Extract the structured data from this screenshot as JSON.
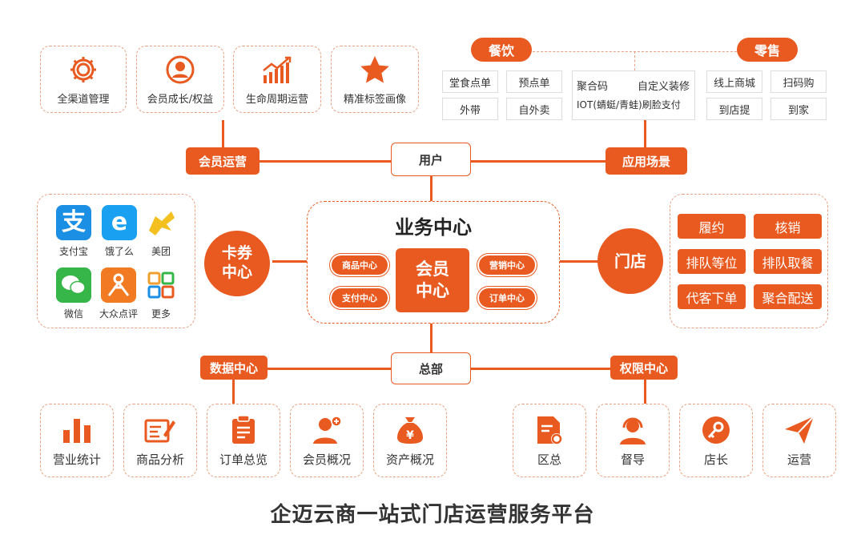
{
  "top_cards": [
    {
      "label": "全渠道管理",
      "icon": "gear-icon"
    },
    {
      "label": "会员成长/权益",
      "icon": "user-circle-icon"
    },
    {
      "label": "生命周期运营",
      "icon": "growth-chart-icon"
    },
    {
      "label": "精准标签画像",
      "icon": "star-icon"
    }
  ],
  "scenes": {
    "catering_label": "餐饮",
    "retail_label": "零售",
    "catering_items": [
      "堂食点单",
      "预点单",
      "外带",
      "自外卖"
    ],
    "middle_items": [
      "聚合码",
      "自定义装修",
      "IOT(蜻蜓/青蛙)刷脸支付"
    ],
    "retail_items": [
      "线上商城",
      "扫码购",
      "到店提",
      "到家"
    ]
  },
  "connectors": {
    "member_ops": "会员运营",
    "user": "用户",
    "app_scene": "应用场景",
    "data_center": "数据中心",
    "hq": "总部",
    "permission_center": "权限中心"
  },
  "apps": [
    {
      "label": "支付宝",
      "icon": "alipay-icon",
      "color": "#1a8fe3"
    },
    {
      "label": "饿了么",
      "icon": "eleme-icon",
      "color": "#1aa0f0"
    },
    {
      "label": "美团",
      "icon": "meituan-icon",
      "color": "#f4c020"
    },
    {
      "label": "微信",
      "icon": "wechat-icon",
      "color": "#36b548"
    },
    {
      "label": "大众点评",
      "icon": "dianping-icon",
      "color": "#f27a22"
    },
    {
      "label": "更多",
      "icon": "more-grid-icon",
      "color": "#f0a030"
    }
  ],
  "card_center": "卡券\n中心",
  "business": {
    "title": "业务中心",
    "member_center": "会员\n中心",
    "left": [
      "商品中心",
      "支付中心"
    ],
    "right": [
      "营销中心",
      "订单中心"
    ]
  },
  "store": {
    "label": "门店",
    "buttons": [
      "履约",
      "核销",
      "排队等位",
      "排队取餐",
      "代客下单",
      "聚合配送"
    ]
  },
  "bottom_left": [
    {
      "label": "营业统计",
      "icon": "bar-chart-icon"
    },
    {
      "label": "商品分析",
      "icon": "edit-document-icon"
    },
    {
      "label": "订单总览",
      "icon": "clipboard-icon"
    },
    {
      "label": "会员概况",
      "icon": "member-add-icon"
    },
    {
      "label": "资产概况",
      "icon": "money-bag-icon"
    }
  ],
  "bottom_right": [
    {
      "label": "区总",
      "icon": "document-gear-icon"
    },
    {
      "label": "督导",
      "icon": "headset-user-icon"
    },
    {
      "label": "店长",
      "icon": "key-icon"
    },
    {
      "label": "运营",
      "icon": "paper-plane-icon"
    }
  ],
  "footer_title": "企迈云商一站式门店运营服务平台",
  "colors": {
    "accent": "#e85a20",
    "dashed": "#e8a080"
  }
}
